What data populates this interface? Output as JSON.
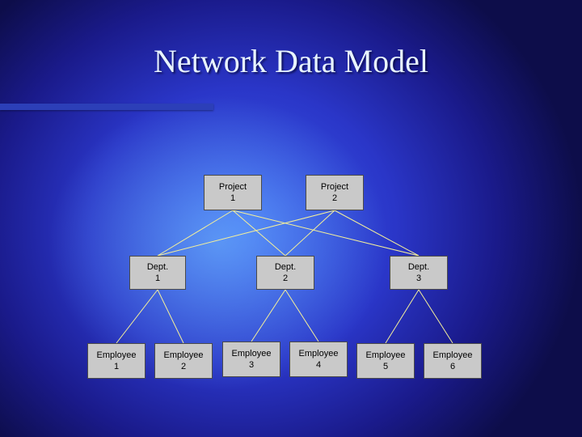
{
  "title": "Network Data Model",
  "colors": {
    "node_fill": "#c9c9c9",
    "link_stroke": "#f5f09a",
    "accent_bar": "#2c3fb8"
  },
  "projects": [
    {
      "name": "Project",
      "num": "1"
    },
    {
      "name": "Project",
      "num": "2"
    }
  ],
  "depts": [
    {
      "name": "Dept.",
      "num": "1"
    },
    {
      "name": "Dept.",
      "num": "2"
    },
    {
      "name": "Dept.",
      "num": "3"
    }
  ],
  "employees": [
    {
      "name": "Employee",
      "num": "1"
    },
    {
      "name": "Employee",
      "num": "2"
    },
    {
      "name": "Employee",
      "num": "3"
    },
    {
      "name": "Employee",
      "num": "4"
    },
    {
      "name": "Employee",
      "num": "5"
    },
    {
      "name": "Employee",
      "num": "6"
    }
  ],
  "links": [
    [
      "project-1",
      "dept-1"
    ],
    [
      "project-1",
      "dept-2"
    ],
    [
      "project-1",
      "dept-3"
    ],
    [
      "project-2",
      "dept-1"
    ],
    [
      "project-2",
      "dept-2"
    ],
    [
      "project-2",
      "dept-3"
    ],
    [
      "dept-1",
      "employee-1"
    ],
    [
      "dept-1",
      "employee-2"
    ],
    [
      "dept-2",
      "employee-3"
    ],
    [
      "dept-2",
      "employee-4"
    ],
    [
      "dept-3",
      "employee-5"
    ],
    [
      "dept-3",
      "employee-6"
    ]
  ]
}
